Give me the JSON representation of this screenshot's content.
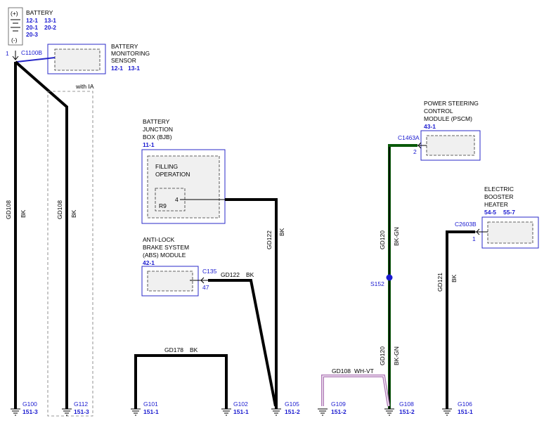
{
  "battery": {
    "plus": "(+)",
    "minus": "(-)",
    "label": "BATTERY",
    "refs": [
      "12-1",
      "13-1",
      "20-1",
      "20-2",
      "20-3"
    ],
    "pin": "1",
    "connector": "C1100B"
  },
  "sensor": {
    "line1": "BATTERY",
    "line2": "MONITORING",
    "line3": "SENSOR",
    "refs": [
      "12-1",
      "13-1"
    ]
  },
  "with_ia": "with IA",
  "bjb": {
    "line1": "BATTERY",
    "line2": "JUNCTION",
    "line3": "BOX (BJB)",
    "ref": "11-1",
    "sub1": "FILLING",
    "sub2": "OPERATION",
    "fuse": "R9",
    "pin": "4"
  },
  "abs": {
    "line1": "ANTI-LOCK",
    "line2": "BRAKE SYSTEM",
    "line3": "(ABS) MODULE",
    "ref": "42-1",
    "connector": "C135",
    "pin": "47"
  },
  "pscm": {
    "line1": "POWER STEERING",
    "line2": "CONTROL",
    "line3": "MODULE (PSCM)",
    "ref": "43-1",
    "connector": "C1463A",
    "pin": "2"
  },
  "heater": {
    "line1": "ELECTRIC",
    "line2": "BOOSTER",
    "line3": "HEATER",
    "refs": [
      "54-5",
      "55-7"
    ],
    "connector": "C2603B",
    "pin": "1"
  },
  "splice": "S152",
  "wires": {
    "gd108_a": "GD108",
    "bk_a": "BK",
    "gd108_b": "GD108",
    "bk_b": "BK",
    "gd122_v": "GD122",
    "bk_v": "BK",
    "gd122_h": "GD122",
    "bk_h": "BK",
    "gd178": "GD178",
    "bk_178": "BK",
    "gd120_a": "GD120",
    "bkgn_a": "BK-GN",
    "gd120_b": "GD120",
    "bkgn_b": "BK-GN",
    "gd121": "GD121",
    "bk_121": "BK",
    "gd108_c": "GD108",
    "whvt": "WH-VT"
  },
  "grounds": [
    {
      "name": "G100",
      "ref": "151-3"
    },
    {
      "name": "G112",
      "ref": "151-3"
    },
    {
      "name": "G101",
      "ref": "151-1"
    },
    {
      "name": "G102",
      "ref": "151-1"
    },
    {
      "name": "G105",
      "ref": "151-2"
    },
    {
      "name": "G109",
      "ref": "151-2"
    },
    {
      "name": "G108",
      "ref": "151-2"
    },
    {
      "name": "G106",
      "ref": "151-1"
    }
  ],
  "colors": {
    "ref_blue": "#1a1ad0",
    "box_border": "#2828c8",
    "green_wire": "#0a5a0a",
    "violet_wire": "#b07ab8"
  }
}
